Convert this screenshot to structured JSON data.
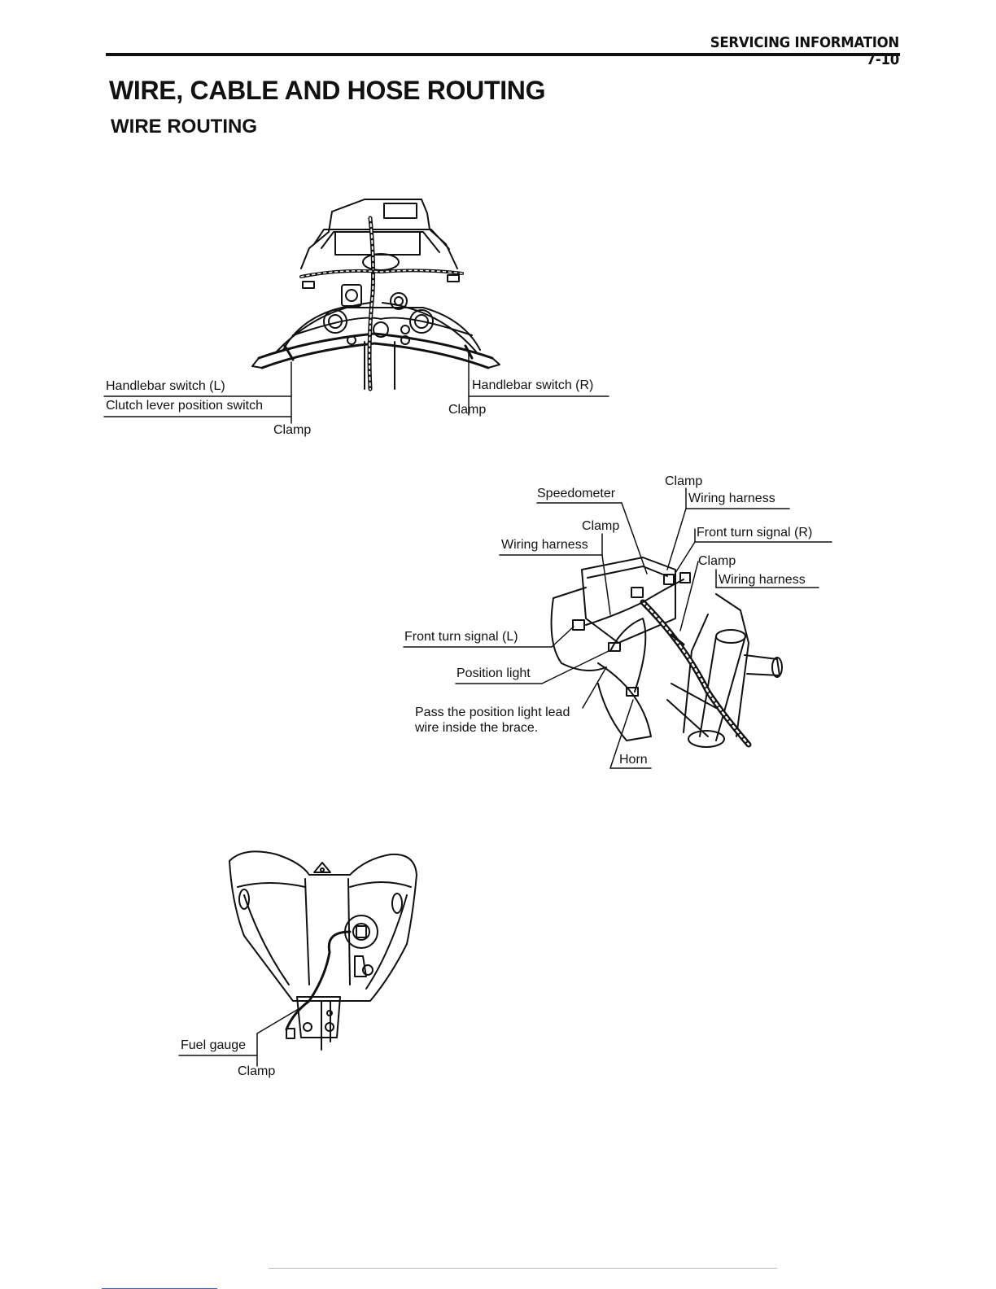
{
  "header": {
    "section": "SERVICING INFORMATION 7-10"
  },
  "title": "WIRE, CABLE AND HOSE ROUTING",
  "subtitle": "WIRE ROUTING",
  "figure1": {
    "labels": {
      "handlebar_switch_l": "Handlebar switch (L)",
      "clutch_lever_switch": "Clutch lever position switch",
      "clamp_left": "Clamp",
      "handlebar_switch_r": "Handlebar switch (R)",
      "clamp_right": "Clamp"
    }
  },
  "figure2": {
    "labels": {
      "clamp_top": "Clamp",
      "speedometer": "Speedometer",
      "wiring_harness_top": "Wiring harness",
      "clamp_mid": "Clamp",
      "wiring_harness_left": "Wiring harness",
      "front_turn_signal_r": "Front turn signal (R)",
      "clamp_right": "Clamp",
      "wiring_harness_right": "Wiring harness",
      "front_turn_signal_l": "Front turn signal (L)",
      "position_light": "Position light",
      "note_line1": "Pass the position light lead",
      "note_line2": "wire inside the brace.",
      "horn": "Horn"
    }
  },
  "figure3": {
    "labels": {
      "fuel_gauge": "Fuel gauge",
      "clamp": "Clamp"
    }
  }
}
